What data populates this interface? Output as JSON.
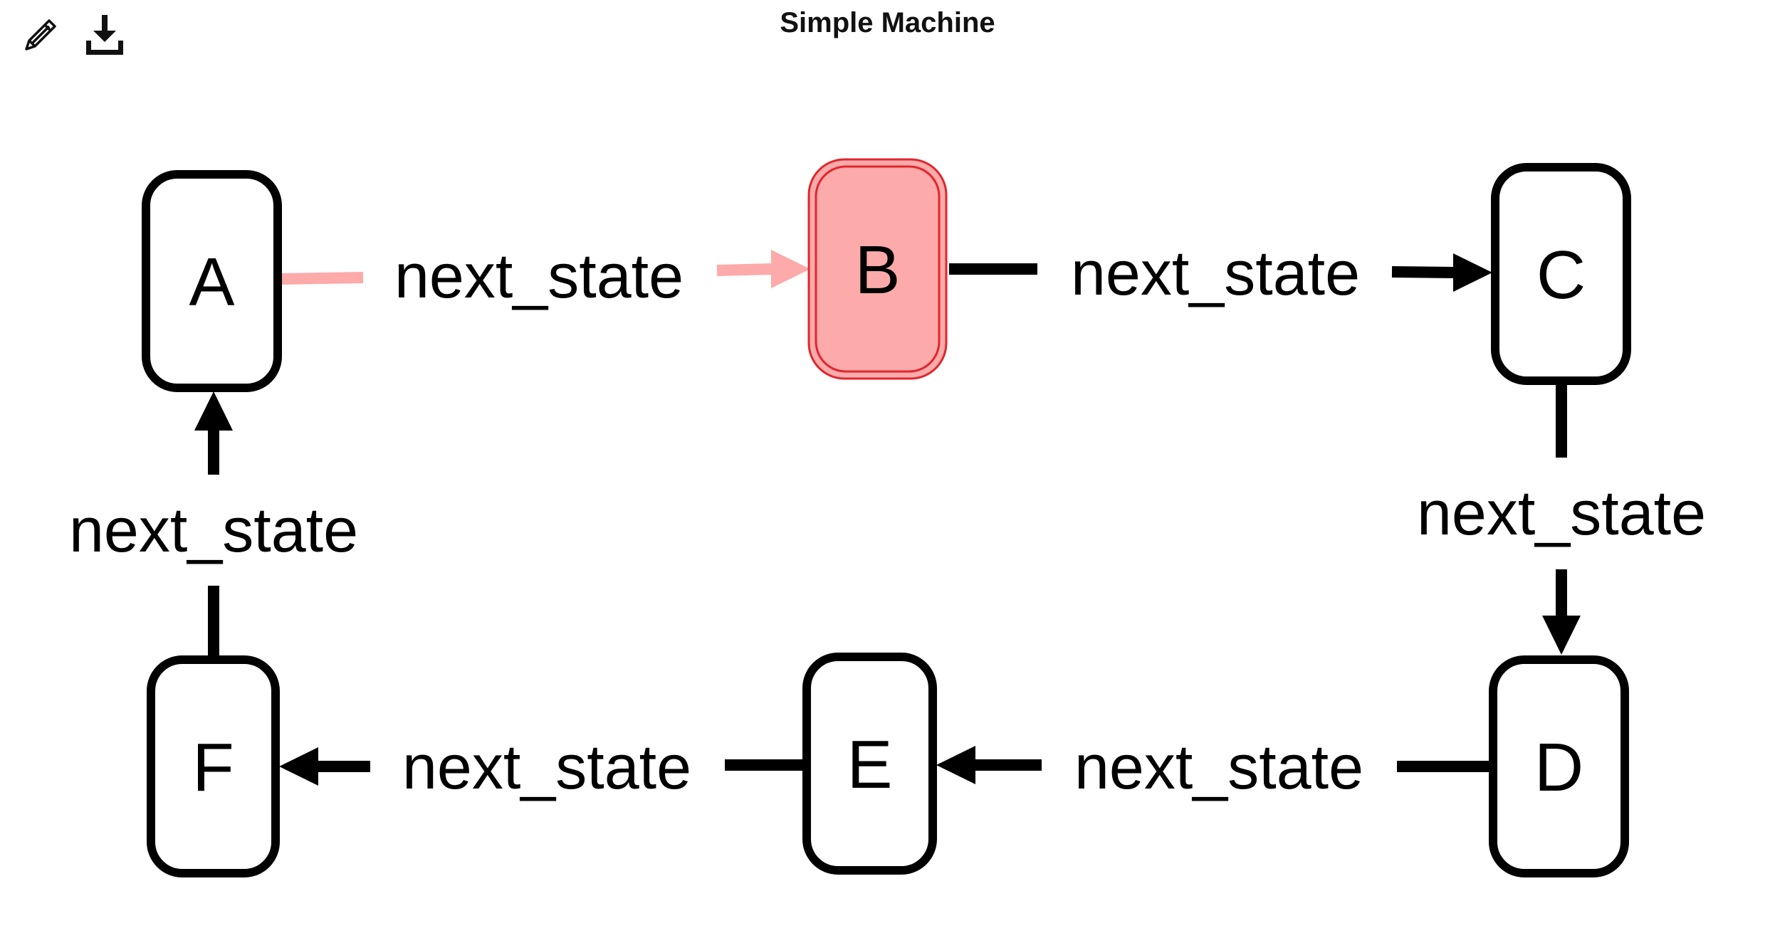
{
  "header": {
    "title": "Simple Machine",
    "edit_icon": "pencil-icon",
    "download_icon": "download-icon"
  },
  "colors": {
    "active_fill": "#fcaaaa",
    "active_stroke": "#e0262e",
    "active_edge": "#fcaaaa",
    "default_stroke": "#000000",
    "default_fill": "#ffffff"
  },
  "states": [
    {
      "id": "A",
      "label": "A",
      "active": false
    },
    {
      "id": "B",
      "label": "B",
      "active": true
    },
    {
      "id": "C",
      "label": "C",
      "active": false
    },
    {
      "id": "D",
      "label": "D",
      "active": false
    },
    {
      "id": "E",
      "label": "E",
      "active": false
    },
    {
      "id": "F",
      "label": "F",
      "active": false
    }
  ],
  "transitions": [
    {
      "from": "A",
      "to": "B",
      "label": "next_state",
      "active": true
    },
    {
      "from": "B",
      "to": "C",
      "label": "next_state",
      "active": false
    },
    {
      "from": "C",
      "to": "D",
      "label": "next_state",
      "active": false
    },
    {
      "from": "D",
      "to": "E",
      "label": "next_state",
      "active": false
    },
    {
      "from": "E",
      "to": "F",
      "label": "next_state",
      "active": false
    },
    {
      "from": "F",
      "to": "A",
      "label": "next_state",
      "active": false
    }
  ]
}
